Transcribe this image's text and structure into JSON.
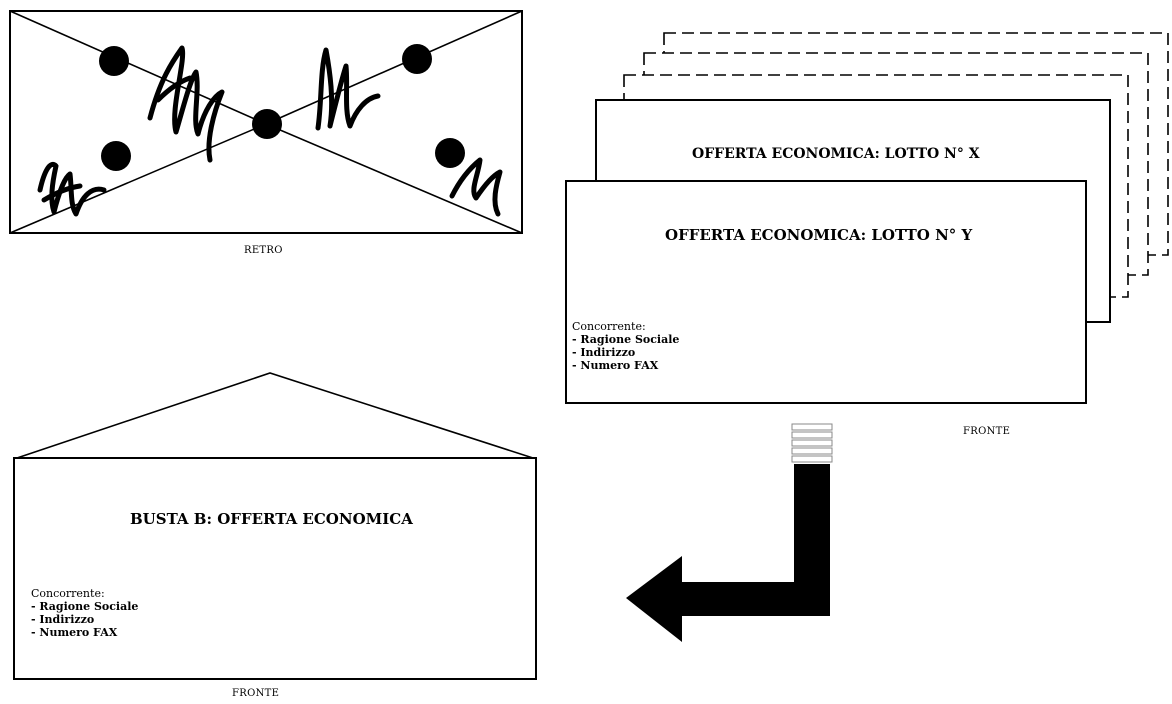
{
  "back_view": {
    "caption": "RETRO"
  },
  "offer_stack": {
    "card_x": {
      "title": "OFFERTA ECONOMICA: LOTTO N° X"
    },
    "card_y": {
      "title": "OFFERTA ECONOMICA: LOTTO N° Y",
      "competitor_label": "Concorrente:",
      "fields": [
        "- Ragione Sociale",
        "- Indirizzo",
        "- Numero FAX"
      ]
    },
    "caption": "FRONTE"
  },
  "envelope_b": {
    "title": "BUSTA B: OFFERTA ECONOMICA",
    "competitor_label": "Concorrente:",
    "fields": [
      "- Ragione Sociale",
      "- Indirizzo",
      "- Numero FAX"
    ],
    "caption": "FRONTE"
  },
  "icons": {
    "arrow": "bent-arrow-icon",
    "seal": "wax-seal-icon",
    "signature": "signature-icon"
  }
}
